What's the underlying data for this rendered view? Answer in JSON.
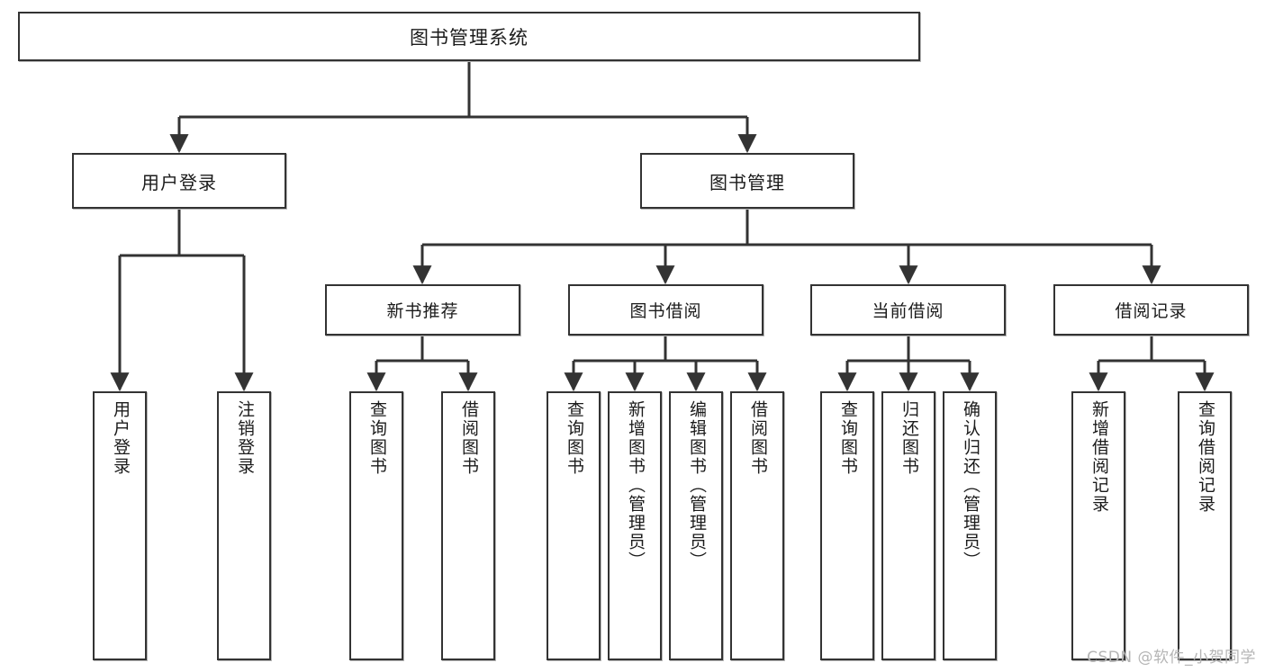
{
  "diagram": {
    "title": "图书管理系统",
    "watermark": "CSDN @软件_小贺同学",
    "line_color": "#333333",
    "box_fill": "#ffffff",
    "text_color": "#1b1b1b",
    "watermark_color": "#b5b5b5"
  },
  "nodes": {
    "root": {
      "label": "图书管理系统"
    },
    "level1": [
      {
        "label": "用户登录"
      },
      {
        "label": "图书管理"
      }
    ],
    "level2": [
      {
        "label": "新书推荐"
      },
      {
        "label": "图书借阅"
      },
      {
        "label": "当前借阅"
      },
      {
        "label": "借阅记录"
      }
    ],
    "leaves": {
      "user_login": [
        {
          "label": "用户登录"
        },
        {
          "label": "注销登录"
        }
      ],
      "new_book_recommend": [
        {
          "label": "查询图书"
        },
        {
          "label": "借阅图书"
        }
      ],
      "book_borrow": [
        {
          "label": "查询图书"
        },
        {
          "label": "新增图书（管理员）"
        },
        {
          "label": "编辑图书（管理员）"
        },
        {
          "label": "借阅图书"
        }
      ],
      "current_borrow": [
        {
          "label": "查询图书"
        },
        {
          "label": "归还图书"
        },
        {
          "label": "确认归还（管理员）"
        }
      ],
      "borrow_record": [
        {
          "label": "新增借阅记录"
        },
        {
          "label": "查询借阅记录"
        }
      ]
    }
  },
  "chart_data": {
    "type": "tree",
    "title": "图书管理系统",
    "root": "图书管理系统",
    "edges": [
      [
        "图书管理系统",
        "用户登录"
      ],
      [
        "图书管理系统",
        "图书管理"
      ],
      [
        "用户登录",
        "用户登录"
      ],
      [
        "用户登录",
        "注销登录"
      ],
      [
        "图书管理",
        "新书推荐"
      ],
      [
        "图书管理",
        "图书借阅"
      ],
      [
        "图书管理",
        "当前借阅"
      ],
      [
        "图书管理",
        "借阅记录"
      ],
      [
        "新书推荐",
        "查询图书"
      ],
      [
        "新书推荐",
        "借阅图书"
      ],
      [
        "图书借阅",
        "查询图书"
      ],
      [
        "图书借阅",
        "新增图书（管理员）"
      ],
      [
        "图书借阅",
        "编辑图书（管理员）"
      ],
      [
        "图书借阅",
        "借阅图书"
      ],
      [
        "当前借阅",
        "查询图书"
      ],
      [
        "当前借阅",
        "归还图书"
      ],
      [
        "当前借阅",
        "确认归还（管理员）"
      ],
      [
        "借阅记录",
        "新增借阅记录"
      ],
      [
        "借阅记录",
        "查询借阅记录"
      ]
    ]
  }
}
